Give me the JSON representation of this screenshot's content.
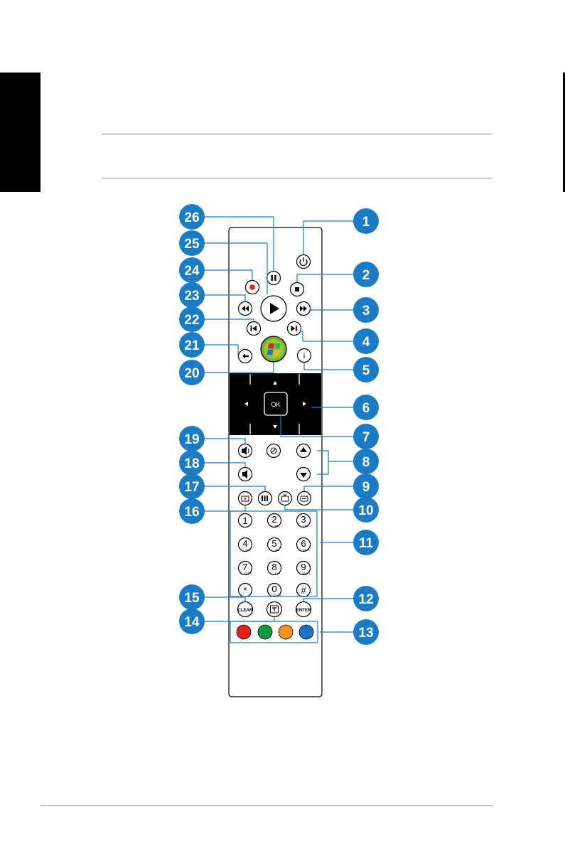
{
  "remote": {
    "ok_label": "OK",
    "clear_label": "CLEAR",
    "enter_label": "ENTER",
    "info_label": "i",
    "keys": [
      {
        "num": "1",
        "sub": ""
      },
      {
        "num": "2",
        "sub": "ABC"
      },
      {
        "num": "3",
        "sub": "DEF"
      },
      {
        "num": "4",
        "sub": "GHI"
      },
      {
        "num": "5",
        "sub": "JKL"
      },
      {
        "num": "6",
        "sub": "MNO"
      },
      {
        "num": "7",
        "sub": "PQRS"
      },
      {
        "num": "8",
        "sub": "TUV"
      },
      {
        "num": "9",
        "sub": "WXYZ"
      },
      {
        "num": "*",
        "sub": ""
      },
      {
        "num": "0",
        "sub": "SPACE"
      },
      {
        "num": "#",
        "sub": ""
      }
    ],
    "color_keys": [
      "#e2231a",
      "#0a9a3c",
      "#f7941d",
      "#1a73c8"
    ]
  },
  "callouts": [
    "1",
    "2",
    "3",
    "4",
    "5",
    "6",
    "7",
    "8",
    "9",
    "10",
    "11",
    "12",
    "13",
    "14",
    "15",
    "16",
    "17",
    "18",
    "19",
    "20",
    "21",
    "22",
    "23",
    "24",
    "25",
    "26"
  ],
  "colors": {
    "callout": "#1a7cc6",
    "line": "#1a7cc6"
  }
}
